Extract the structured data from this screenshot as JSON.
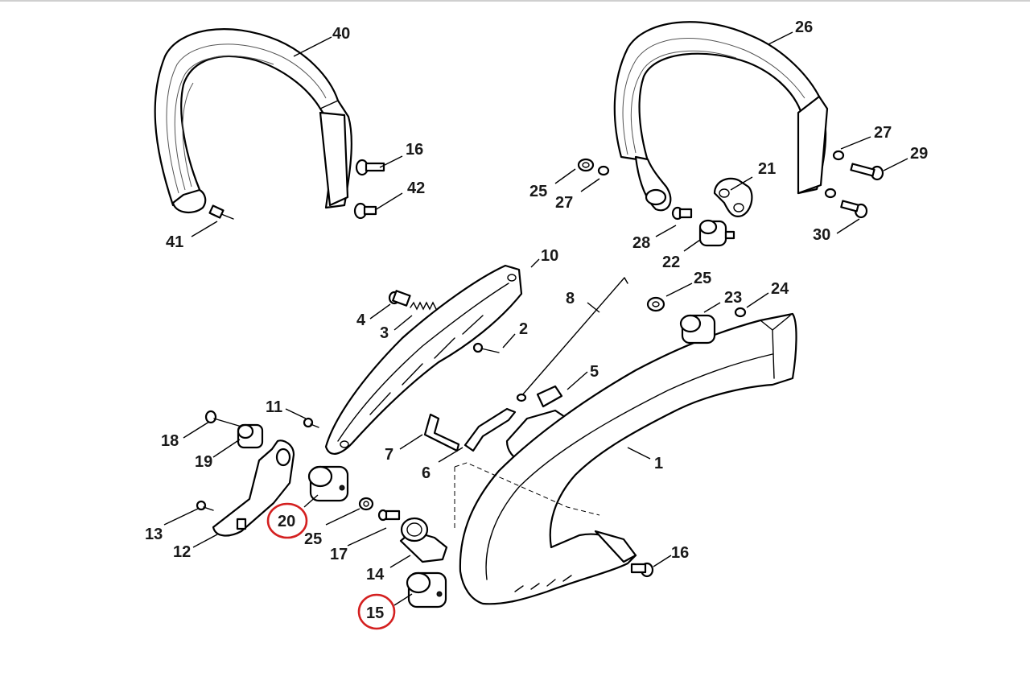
{
  "diagram": {
    "labels": [
      {
        "id": "1",
        "text": "1"
      },
      {
        "id": "2",
        "text": "2"
      },
      {
        "id": "3",
        "text": "3"
      },
      {
        "id": "4",
        "text": "4"
      },
      {
        "id": "5",
        "text": "5"
      },
      {
        "id": "6",
        "text": "6"
      },
      {
        "id": "7",
        "text": "7"
      },
      {
        "id": "8",
        "text": "8"
      },
      {
        "id": "10",
        "text": "10"
      },
      {
        "id": "11",
        "text": "11"
      },
      {
        "id": "12",
        "text": "12"
      },
      {
        "id": "13",
        "text": "13"
      },
      {
        "id": "14",
        "text": "14"
      },
      {
        "id": "15",
        "text": "15"
      },
      {
        "id": "16a",
        "text": "16"
      },
      {
        "id": "16b",
        "text": "16"
      },
      {
        "id": "17",
        "text": "17"
      },
      {
        "id": "18",
        "text": "18"
      },
      {
        "id": "19",
        "text": "19"
      },
      {
        "id": "20",
        "text": "20"
      },
      {
        "id": "21",
        "text": "21"
      },
      {
        "id": "22",
        "text": "22"
      },
      {
        "id": "23",
        "text": "23"
      },
      {
        "id": "24",
        "text": "24"
      },
      {
        "id": "25a",
        "text": "25"
      },
      {
        "id": "25b",
        "text": "25"
      },
      {
        "id": "25c",
        "text": "25"
      },
      {
        "id": "26",
        "text": "26"
      },
      {
        "id": "27a",
        "text": "27"
      },
      {
        "id": "27b",
        "text": "27"
      },
      {
        "id": "28",
        "text": "28"
      },
      {
        "id": "29",
        "text": "29"
      },
      {
        "id": "30",
        "text": "30"
      },
      {
        "id": "40",
        "text": "40"
      },
      {
        "id": "41",
        "text": "41"
      },
      {
        "id": "42",
        "text": "42"
      }
    ],
    "highlighted": [
      "20",
      "15"
    ],
    "highlight_color": "#d42020"
  }
}
